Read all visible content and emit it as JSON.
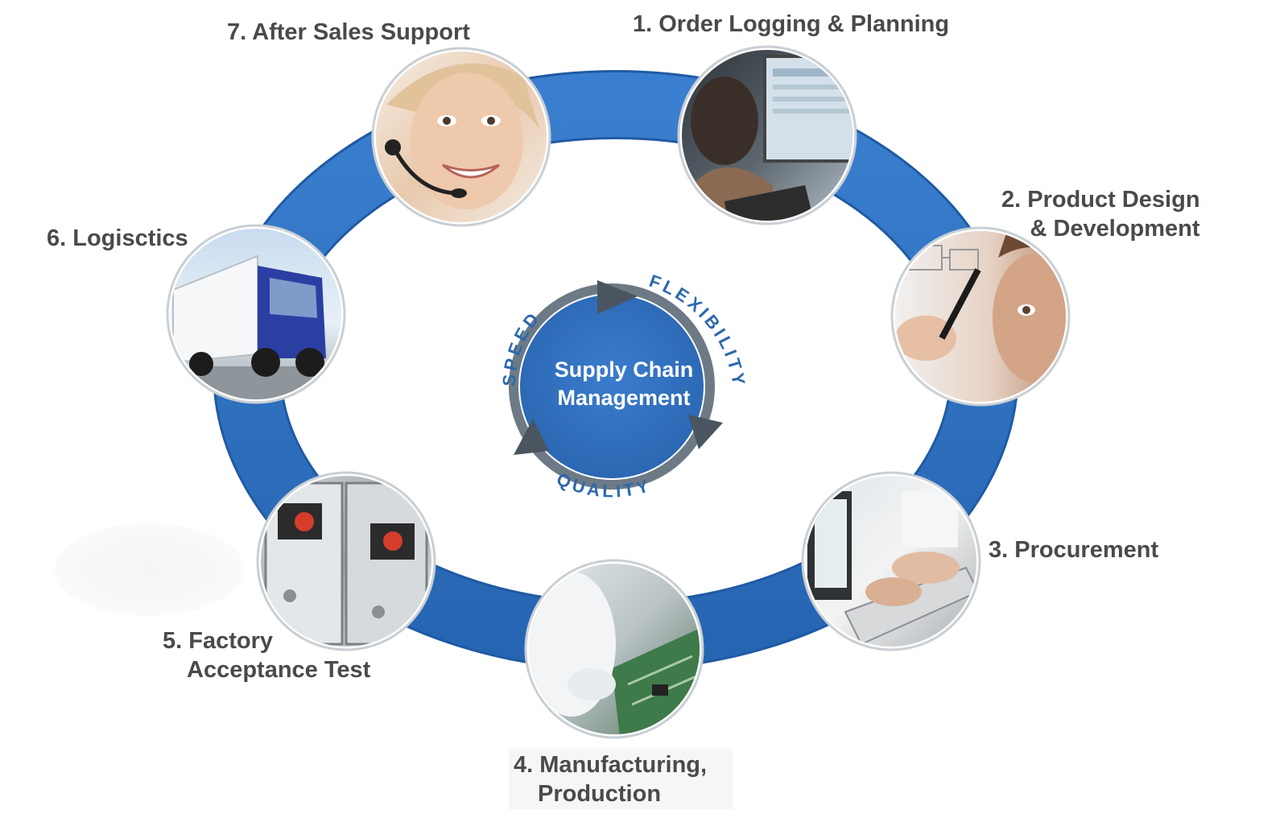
{
  "center": {
    "title_line1": "Supply Chain",
    "title_line2": "Management",
    "arc_words": [
      "SPEED",
      "FLEXIBILITY",
      "QUALITY"
    ]
  },
  "steps": [
    {
      "line1": "1. Order Logging & Planning",
      "line2": "",
      "icon": "person-at-computer-icon"
    },
    {
      "line1": "2. Product Design",
      "line2": "& Development",
      "icon": "designer-with-pen-icon"
    },
    {
      "line1": "3. Procurement",
      "line2": "",
      "icon": "hands-on-keyboard-icon"
    },
    {
      "line1": "4. Manufacturing,",
      "line2": "Production",
      "icon": "circuit-board-assembly-icon"
    },
    {
      "line1": "5. Factory",
      "line2": "Acceptance Test",
      "icon": "switchgear-panel-icon"
    },
    {
      "line1": "6. Logisctics",
      "line2": "",
      "icon": "truck-icon"
    },
    {
      "line1": "7. After Sales Support",
      "line2": "",
      "icon": "headset-agent-icon"
    }
  ],
  "colors": {
    "ring": "#2e72c0",
    "ring_edge": "#1f5aa3",
    "center_fill": "#2f70bf",
    "inner_ring": "#6d7a86",
    "arrow": "#4a5560",
    "label_text": "#4a4a4a",
    "arc_text": "#2c69ad"
  }
}
